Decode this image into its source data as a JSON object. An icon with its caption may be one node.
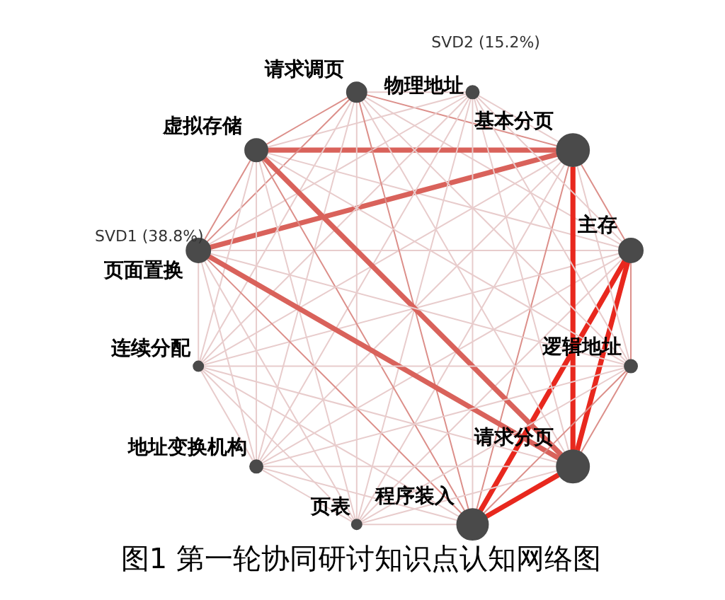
{
  "diagram": {
    "caption": "图1 第一轮协同研讨知识点认知网络图",
    "nodes": [
      {
        "text": [
          "物理地址"
        ]
      },
      {
        "text": [
          "基本分页"
        ]
      },
      {
        "text": [
          "主存"
        ]
      },
      {
        "text": [
          "逻辑地址"
        ]
      },
      {
        "text": [
          "请求分页"
        ]
      },
      {
        "text": [
          "程序装入"
        ]
      },
      {
        "text": [
          "页表"
        ]
      },
      {
        "text": [
          "地址变换机构"
        ]
      },
      {
        "text": [
          "连续分配"
        ]
      },
      {
        "text": [
          "页面置换"
        ]
      },
      {
        "text": [
          "虚拟存储"
        ]
      },
      {
        "text": [
          "请求调页"
        ]
      }
    ],
    "edges": [
      {
        "from": 0,
        "to": 1,
        "arrow": "none"
      },
      {
        "from": 0,
        "to": 2,
        "arrow": "none"
      },
      {
        "from": 0,
        "to": 3,
        "arrow": "none"
      },
      {
        "from": 0,
        "to": 4,
        "arrow": "none"
      },
      {
        "from": 0,
        "to": 5,
        "arrow": "none"
      },
      {
        "from": 0,
        "to": 6,
        "arrow": "none"
      },
      {
        "from": 0,
        "to": 7,
        "arrow": "none"
      },
      {
        "from": 0,
        "to": 8,
        "arrow": "none"
      },
      {
        "from": 0,
        "to": 9,
        "arrow": "none"
      },
      {
        "from": 0,
        "to": 10,
        "arrow": "none"
      },
      {
        "from": 0,
        "to": 11,
        "arrow": "none"
      },
      {
        "from": 1,
        "to": 2,
        "arrow": "none",
        "color": "#dc8f8a"
      },
      {
        "from": 1,
        "to": 3,
        "arrow": "none"
      },
      {
        "from": 1,
        "to": 4,
        "arrow": "none",
        "style": "thick",
        "color": "#e8281e"
      },
      {
        "from": 1,
        "to": 5,
        "arrow": "none",
        "color": "#dc8f8a"
      },
      {
        "from": 1,
        "to": 6,
        "arrow": "none"
      },
      {
        "from": 1,
        "to": 7,
        "arrow": "none"
      },
      {
        "from": 1,
        "to": 8,
        "arrow": "none"
      },
      {
        "from": 1,
        "to": 9,
        "arrow": "none",
        "style": "thick",
        "color": "#d9625b"
      },
      {
        "from": 1,
        "to": 10,
        "arrow": "none",
        "style": "thick",
        "color": "#d9625b"
      },
      {
        "from": 1,
        "to": 11,
        "arrow": "none",
        "color": "#dc8f8a"
      },
      {
        "from": 2,
        "to": 3,
        "arrow": "none",
        "color": "#dc8f8a"
      },
      {
        "from": 2,
        "to": 4,
        "arrow": "none",
        "style": "thick",
        "color": "#e8281e"
      },
      {
        "from": 2,
        "to": 5,
        "arrow": "none",
        "style": "thick",
        "color": "#e8281e"
      },
      {
        "from": 2,
        "to": 6,
        "arrow": "none"
      },
      {
        "from": 2,
        "to": 7,
        "arrow": "none"
      },
      {
        "from": 2,
        "to": 8,
        "arrow": "none"
      },
      {
        "from": 2,
        "to": 9,
        "arrow": "none"
      },
      {
        "from": 2,
        "to": 10,
        "arrow": "none"
      },
      {
        "from": 2,
        "to": 11,
        "arrow": "none"
      },
      {
        "from": 3,
        "to": 4,
        "arrow": "none",
        "color": "#dc8f8a"
      },
      {
        "from": 3,
        "to": 5,
        "arrow": "none",
        "color": "#dc8f8a"
      },
      {
        "from": 3,
        "to": 6,
        "arrow": "none"
      },
      {
        "from": 3,
        "to": 7,
        "arrow": "none"
      },
      {
        "from": 3,
        "to": 8,
        "arrow": "none"
      },
      {
        "from": 3,
        "to": 9,
        "arrow": "none"
      },
      {
        "from": 3,
        "to": 10,
        "arrow": "none"
      },
      {
        "from": 3,
        "to": 11,
        "arrow": "none"
      },
      {
        "from": 4,
        "to": 5,
        "arrow": "none",
        "style": "thick",
        "color": "#e8281e"
      },
      {
        "from": 4,
        "to": 6,
        "arrow": "none"
      },
      {
        "from": 4,
        "to": 7,
        "arrow": "none"
      },
      {
        "from": 4,
        "to": 8,
        "arrow": "none"
      },
      {
        "from": 4,
        "to": 9,
        "arrow": "none",
        "style": "thick",
        "color": "#d9625b"
      },
      {
        "from": 4,
        "to": 10,
        "arrow": "none",
        "style": "thick",
        "color": "#d9625b"
      },
      {
        "from": 4,
        "to": 11,
        "arrow": "none"
      },
      {
        "from": 5,
        "to": 6,
        "arrow": "none"
      },
      {
        "from": 5,
        "to": 7,
        "arrow": "none"
      },
      {
        "from": 5,
        "to": 8,
        "arrow": "none"
      },
      {
        "from": 5,
        "to": 9,
        "arrow": "none",
        "color": "#dc8f8a"
      },
      {
        "from": 5,
        "to": 10,
        "arrow": "none",
        "color": "#dc8f8a"
      },
      {
        "from": 5,
        "to": 11,
        "arrow": "none",
        "color": "#dc8f8a"
      },
      {
        "from": 6,
        "to": 7,
        "arrow": "none"
      },
      {
        "from": 6,
        "to": 8,
        "arrow": "none"
      },
      {
        "from": 6,
        "to": 9,
        "arrow": "none"
      },
      {
        "from": 6,
        "to": 10,
        "arrow": "none"
      },
      {
        "from": 6,
        "to": 11,
        "arrow": "none"
      },
      {
        "from": 7,
        "to": 8,
        "arrow": "none"
      },
      {
        "from": 7,
        "to": 9,
        "arrow": "none"
      },
      {
        "from": 7,
        "to": 10,
        "arrow": "none"
      },
      {
        "from": 7,
        "to": 11,
        "arrow": "none"
      },
      {
        "from": 8,
        "to": 9,
        "arrow": "none"
      },
      {
        "from": 8,
        "to": 10,
        "arrow": "none"
      },
      {
        "from": 8,
        "to": 11,
        "arrow": "none"
      },
      {
        "from": 9,
        "to": 10,
        "arrow": "none",
        "color": "#dc8f8a"
      },
      {
        "from": 9,
        "to": 11,
        "arrow": "none",
        "color": "#dc8f8a"
      },
      {
        "from": 10,
        "to": 11,
        "arrow": "none",
        "color": "#dc8f8a"
      }
    ],
    "labels": [
      "SVD2 (15.2%)",
      "SVD1 (38.8%)"
    ]
  }
}
